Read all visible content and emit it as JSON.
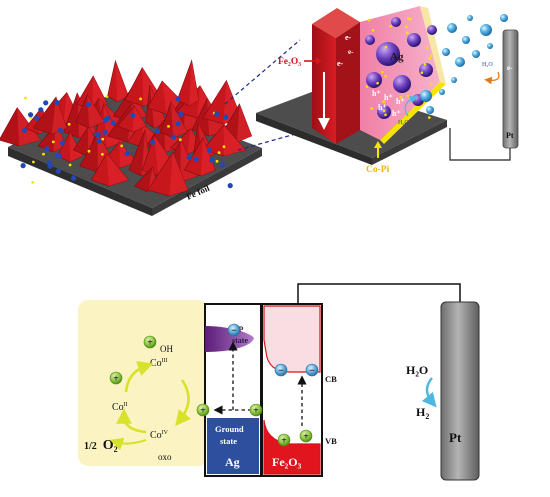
{
  "colors": {
    "fe2o3_red": "#c8161d",
    "fe2o3_dark": "#8f0f14",
    "substrate_gray": "#5a5a5a",
    "cobalt_panel": "#fbf4c2",
    "ag_blue": "#2e4f9e",
    "sp_purple": "#7a2d8e",
    "cb_pink": "#f9dde3",
    "electrode_gray": "#8a8a8a",
    "electron_blue": "#58a8d8",
    "hole_green": "#8dc63f",
    "label_red": "#d4141b",
    "copi_yellow": "#f5e400"
  },
  "top": {
    "fe_foil_label": "Fe foil",
    "fe2o3_label": "Fe₂O₃",
    "ag_label": "Ag",
    "copi_label": "Co-Pi",
    "water_label_left": "H₂O",
    "water_label_right": "H₂O",
    "pt_label": "Pt",
    "electron_label": "e-",
    "hole_label": "h⁺"
  },
  "bottom": {
    "cycle": {
      "co2": "Co",
      "co2_sup": "II",
      "co3": "Co",
      "co3_sup": "III",
      "co4": "Co",
      "co4_sup": "IV",
      "oh": "OH",
      "oxo": "oxo",
      "o2_coef": "1/2",
      "o2": "O",
      "o2_sub": "2"
    },
    "sp_state": "SP\nstate",
    "ground_state": "Ground\nstate",
    "ag_label": "Ag",
    "fe2o3_label": "Fe₂O₃",
    "cb_label": "CB",
    "vb_label": "VB",
    "h2o_label": "H₂O",
    "h2_label": "H",
    "h2_sub": "2",
    "pt_label": "Pt",
    "electron_symbol": "−",
    "hole_symbol": "+"
  }
}
